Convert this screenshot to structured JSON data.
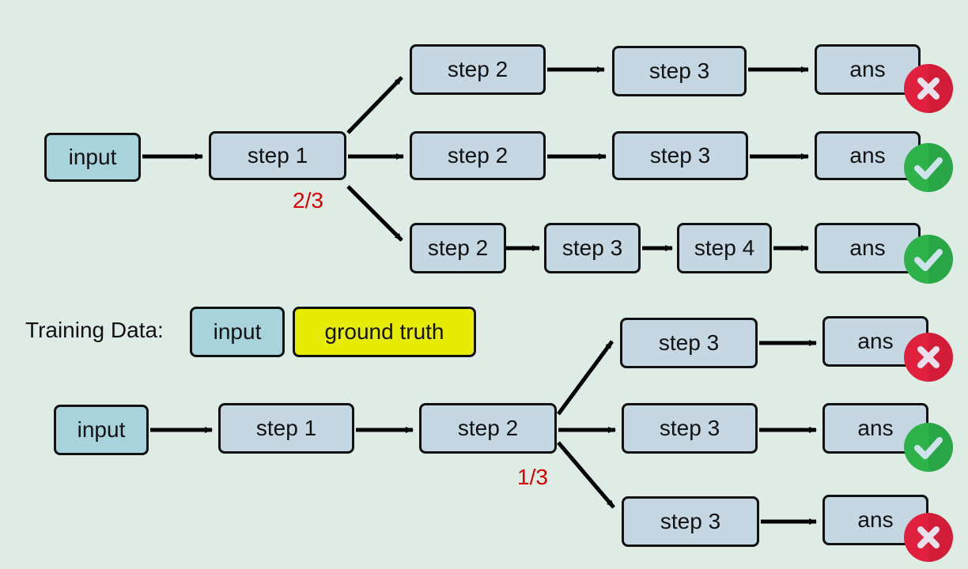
{
  "tree1": {
    "input": "input",
    "step1": "step 1",
    "ratio": "2/3",
    "branches": [
      {
        "steps": [
          "step 2",
          "step 3"
        ],
        "answer": "ans",
        "result": "cross-icon"
      },
      {
        "steps": [
          "step 2",
          "step 3"
        ],
        "answer": "ans",
        "result": "check-icon"
      },
      {
        "steps": [
          "step 2",
          "step 3",
          "step 4"
        ],
        "answer": "ans",
        "result": "check-icon"
      }
    ]
  },
  "training": {
    "label": "Training Data:",
    "input": "input",
    "ground_truth": "ground truth"
  },
  "tree2": {
    "input": "input",
    "step1": "step 1",
    "step2": "step 2",
    "ratio": "1/3",
    "branches": [
      {
        "step": "step 3",
        "answer": "ans",
        "result": "cross-icon"
      },
      {
        "step": "step 3",
        "answer": "ans",
        "result": "check-icon"
      },
      {
        "step": "step 3",
        "answer": "ans",
        "result": "cross-icon"
      }
    ]
  },
  "colors": {
    "background": "#dfece6",
    "box": "#c5d7e3",
    "input_box": "#a9d3dc",
    "ground_truth_box": "#e6ec00",
    "ratio_text": "#d80000",
    "check": "#2db34a",
    "cross": "#e0203c"
  }
}
